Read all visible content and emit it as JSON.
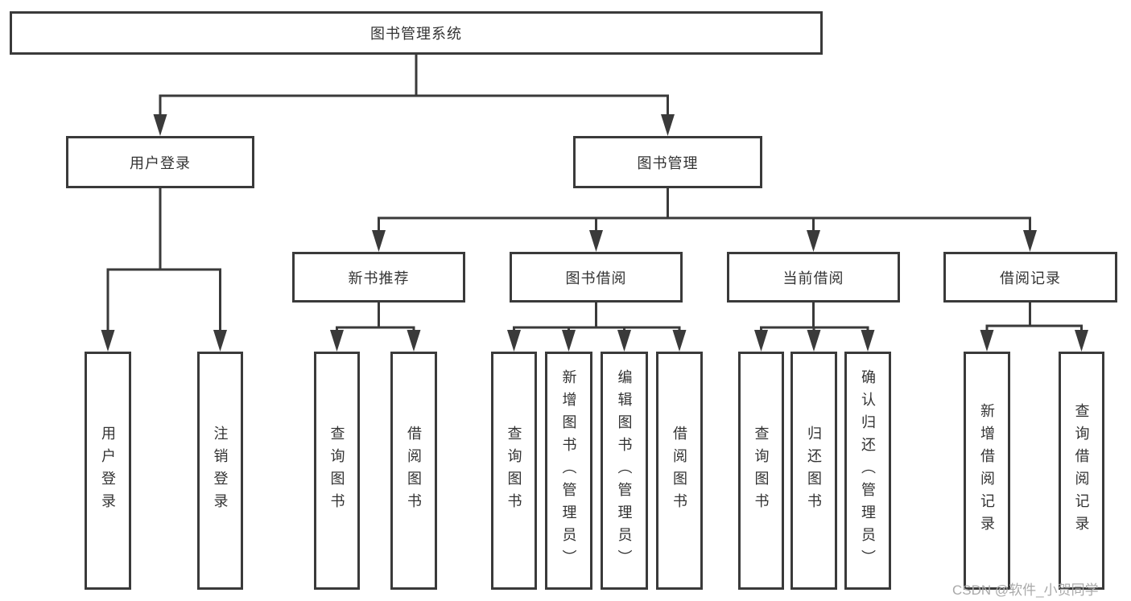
{
  "diagram": {
    "title": "图书管理系统",
    "branches": {
      "user_login": {
        "label": "用户登录",
        "children": [
          "用户登录",
          "注销登录"
        ]
      },
      "book_mgmt": {
        "label": "图书管理",
        "sections": {
          "new_books": {
            "label": "新书推荐",
            "children": [
              "查询图书",
              "借阅图书"
            ]
          },
          "book_borrow": {
            "label": "图书借阅",
            "children": [
              "查询图书",
              "新增图书（管理员）",
              "编辑图书（管理员）",
              "借阅图书"
            ]
          },
          "current_borrow": {
            "label": "当前借阅",
            "children": [
              "查询图书",
              "归还图书",
              "确认归还（管理员）"
            ]
          },
          "borrow_records": {
            "label": "借阅记录",
            "children": [
              "新增借阅记录",
              "查询借阅记录"
            ]
          }
        }
      }
    }
  },
  "watermark": {
    "text": "CSDN @软件_小贺同学"
  },
  "colors": {
    "line": "#3a3a3a",
    "box_border": "#3a3a3a",
    "text": "#333333",
    "watermark": "#a9a9a9",
    "background": "#ffffff"
  }
}
